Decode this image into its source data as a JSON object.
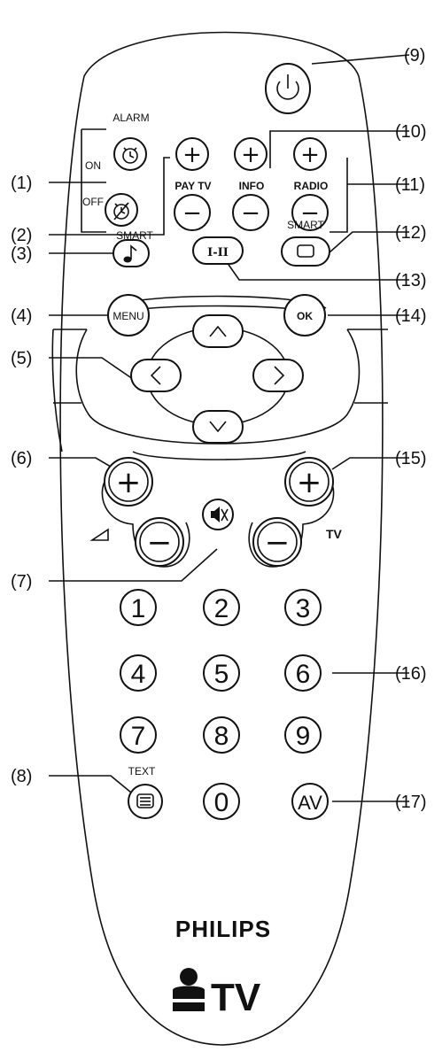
{
  "callouts": {
    "c1": "(1)",
    "c2": "(2)",
    "c3": "(3)",
    "c4": "(4)",
    "c5": "(5)",
    "c6": "(6)",
    "c7": "(7)",
    "c8": "(8)",
    "c9": "(9)",
    "c10": "(10)",
    "c11": "(11)",
    "c12": "(12)",
    "c13": "(13)",
    "c14": "(14)",
    "c15": "(15)",
    "c16": "(16)",
    "c17": "(17)"
  },
  "labels": {
    "alarm": "ALARM",
    "on": "ON",
    "off": "OFF",
    "pay_tv": "PAY TV",
    "info": "INFO",
    "radio": "RADIO",
    "smart_left": "SMART",
    "smart_right": "SMART",
    "menu": "MENU",
    "ok": "OK",
    "tv": "TV",
    "text": "TEXT",
    "i_ii": "I-II",
    "av": "AV",
    "plus": "+",
    "minus": "−"
  },
  "digits": [
    "1",
    "2",
    "3",
    "4",
    "5",
    "6",
    "7",
    "8",
    "9",
    "0"
  ],
  "brand": {
    "name": "PHILIPS",
    "logo_text": "TV"
  },
  "colors": {
    "alarm_off": "#f4a5a0",
    "pay_tv_minus": "#7fcf8f",
    "info_minus": "#f6ec7c",
    "radio_minus": "#7fb4e6",
    "outline": "#111111"
  }
}
